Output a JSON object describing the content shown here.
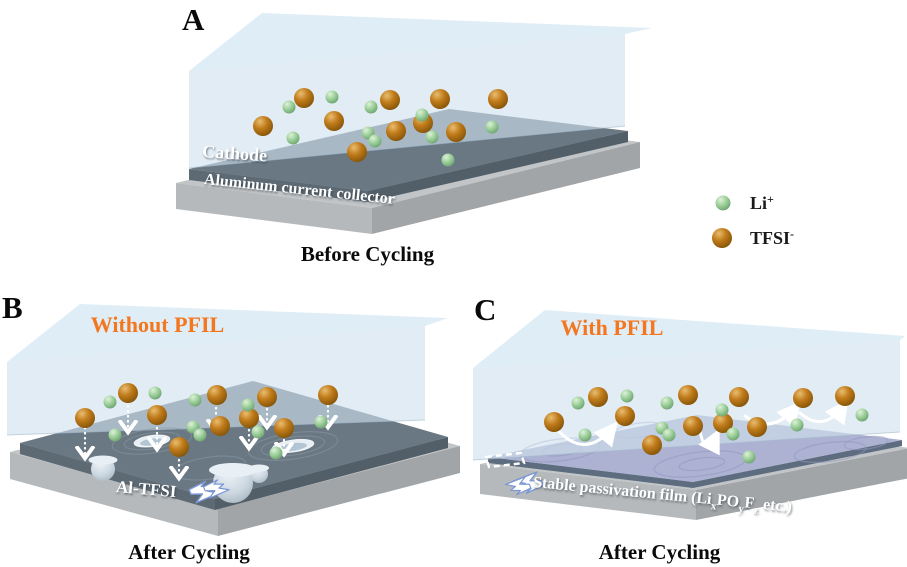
{
  "figure": {
    "panel_a": {
      "letter": "A",
      "caption": "Before Cycling",
      "cathode_label": "Cathode",
      "collector_label": "Aluminum current collector"
    },
    "panel_b": {
      "letter": "B",
      "title": "Without PFIL",
      "caption": "After Cycling",
      "deposit_label": "Al-TFSI"
    },
    "panel_c": {
      "letter": "C",
      "title": "With PFIL",
      "caption": "After Cycling",
      "film_label": {
        "pre": "Stable passivation film (Li",
        "sub1": "x",
        "mid1": "PO",
        "sub2": "y",
        "mid2": "F",
        "sub3": "z",
        "post": " etc.)"
      }
    },
    "legend": {
      "li_base": "Li",
      "li_sup": "+",
      "tfsi_base": "TFSI",
      "tfsi_sup": "-"
    },
    "colors": {
      "accent_orange": "#f4761f",
      "li_green": "#9ccf99",
      "tfsi_orange": "#c07b1a",
      "electrolyte_blue": "#d5e6f2",
      "cathode_gray": "#6a7884",
      "aluminum_gray": "#b6b9bb",
      "film_lavender": "#adb2d3"
    }
  }
}
